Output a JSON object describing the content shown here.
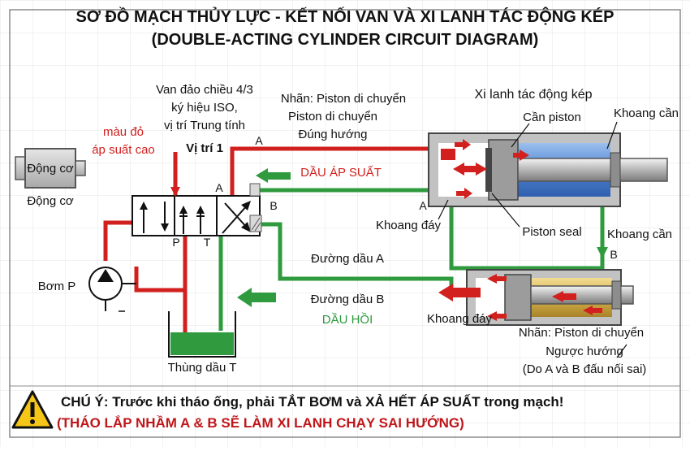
{
  "title": {
    "line1": "SƠ  ĐỒ MẠCH THỦY LỰC - KẾT NỐI VAN VÀ XI LANH TÁC ĐỘNG KÉP",
    "line2": "(DOUBLE-ACTING CYLINDER CIRCUIT DIAGRAM)"
  },
  "motor": {
    "box_label": "Động cơ",
    "caption": "Động cơ"
  },
  "pump": {
    "label": "Bơm P"
  },
  "tank": {
    "label": "Thùng dầu T"
  },
  "valve": {
    "desc1": "Van đảo chiều 4/3",
    "desc2": "ký hiệu ISO,",
    "desc3": "vị trí Trung tính",
    "position": "Vị trí 1",
    "port_a": "A",
    "port_b": "B",
    "port_p": "P",
    "port_t": "T"
  },
  "legend": {
    "red1": "màu đỏ",
    "red2": "áp suất cao"
  },
  "flow": {
    "line_a_letter": "A",
    "pressure_label": "DẦU ÁP SUẤT",
    "line_a": "Đường dầu A",
    "line_b": "Đường dầu B",
    "return_label": "DẦU HỒI"
  },
  "label_correct": {
    "line1": "Nhãn: Piston di chuyển",
    "line2": "Piston di chuyển",
    "line3": "Đúng hướng"
  },
  "cylinder_top": {
    "title": "Xi lanh tác động kép",
    "rod": "Cần piston",
    "rod_chamber": "Khoang cần",
    "piston_seal": "Piston seal",
    "port_a": "A",
    "base_chamber": "Khoang đáy"
  },
  "cylinder_bottom": {
    "rod_chamber": "Khoang cần",
    "port_b": "B",
    "base_chamber": "Khoang đáy"
  },
  "label_wrong": {
    "line1": "Nhãn: Piston di chuyển",
    "line2": "Ngược hướng",
    "line3": "(Do A và B đấu nối sai)"
  },
  "warning": {
    "line1": "CHÚ Ý: Trước khi tháo ống, phải TẮT BƠM và XẢ HẾT ÁP SUẤT trong mạch!",
    "line2": "(THÁO LẮP NHẦM A & B SẼ LÀM XI LANH CHẠY SAI HƯỚNG)"
  },
  "colors": {
    "pressure": "#d1201e",
    "return": "#2f9a3e",
    "oil_blue": "#5b8fd8",
    "oil_yellow": "#d6b24a",
    "metal": "#b8b8b8"
  }
}
